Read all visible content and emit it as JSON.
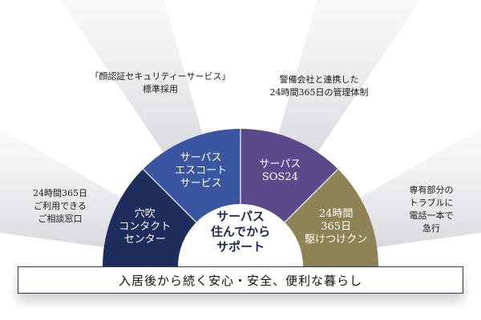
{
  "center": {
    "text": "サーパス\n住んでから\nサポート"
  },
  "segments": [
    {
      "label": "穴吹\nコンタクト\nセンター",
      "color": "#1f2d5c"
    },
    {
      "label": "サーパス\nエスコート\nサービス",
      "color": "#3a56a0"
    },
    {
      "label": "サーパス\nSOS24",
      "color": "#5a4a8c"
    },
    {
      "label": "24時間\n365日\n駆けつけクン",
      "color": "#8f8254"
    }
  ],
  "outer": [
    {
      "text": "24時間365日\nご利用できる\nご相談窓口"
    },
    {
      "text": "「顔認証セキュリティーサービス」\n標準採用"
    },
    {
      "text": "警備会社と連携した\n24時間365日の管理体制"
    },
    {
      "text": "専有部分の\nトラブルに\n電話一本で急行"
    }
  ],
  "banner": {
    "text": "入居後から続く安心・安全、便利な暮らし"
  }
}
